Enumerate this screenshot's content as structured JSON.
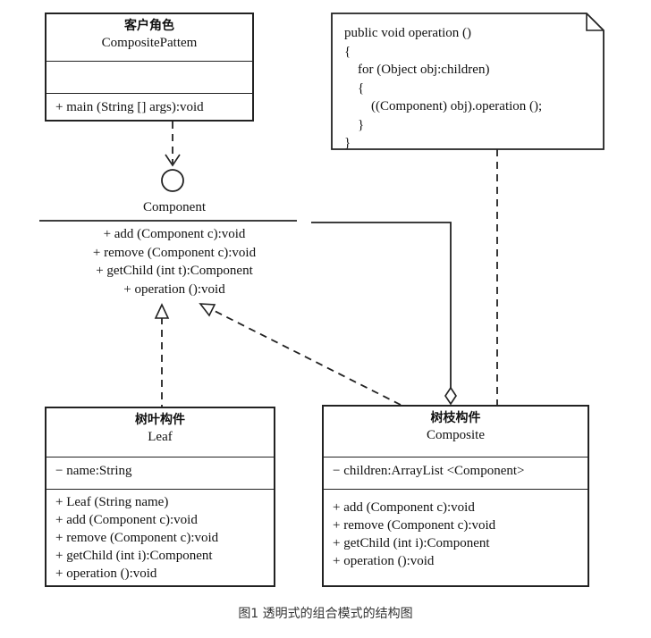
{
  "client": {
    "title_cn": "客户角色",
    "title_en": "CompositePattem",
    "operation": "+ main (String [] args):void"
  },
  "note": {
    "code_lines": [
      "public void operation ()",
      "{",
      "    for (Object obj:children)",
      "    {",
      "        ((Component) obj).operation ();",
      "    }",
      "}"
    ]
  },
  "component": {
    "title": "Component",
    "operations": [
      "+ add (Component c):void",
      "+ remove (Component c):void",
      "+ getChild (int t):Component",
      "+ operation ():void"
    ]
  },
  "leaf": {
    "title_cn": "树叶构件",
    "title_en": "Leaf",
    "attribute": "− name:String",
    "operations": [
      "+ Leaf (String name)",
      "+ add (Component c):void",
      "+ remove (Component c):void",
      "+ getChild (int i):Component",
      "+ operation ():void"
    ]
  },
  "composite": {
    "title_cn": "树枝构件",
    "title_en": "Composite",
    "attribute": "− children:ArrayList <Component>",
    "operations": [
      "+ add (Component c):void",
      "+ remove (Component c):void",
      "+ getChild (int i):Component",
      "+ operation ():void"
    ]
  },
  "caption": "图1 透明式的组合模式的结构图"
}
